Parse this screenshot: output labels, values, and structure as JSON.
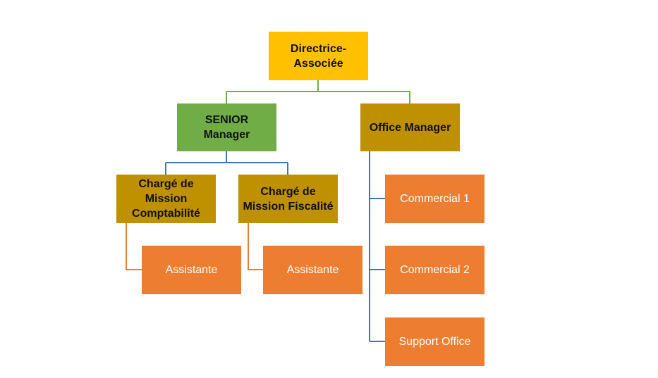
{
  "colors": {
    "gold": "#FFC000",
    "green": "#70AD47",
    "olive": "#BF9000",
    "orange": "#ED7D31",
    "green_line": "#70AD47",
    "blue_line": "#4472C4",
    "orange_line": "#ED7D31"
  },
  "nodes": {
    "directrice": "Directrice-\nAssociée",
    "senior_manager": "SENIOR\nManager",
    "office_manager": "Office Manager",
    "charge_comptabilite": "Chargé de\nMission\nComptabilité",
    "charge_fiscalite": "Chargé de\nMission Fiscalité",
    "assistante_1": "Assistante",
    "assistante_2": "Assistante",
    "commercial_1": "Commercial 1",
    "commercial_2": "Commercial 2",
    "support_office": "Support Office"
  }
}
